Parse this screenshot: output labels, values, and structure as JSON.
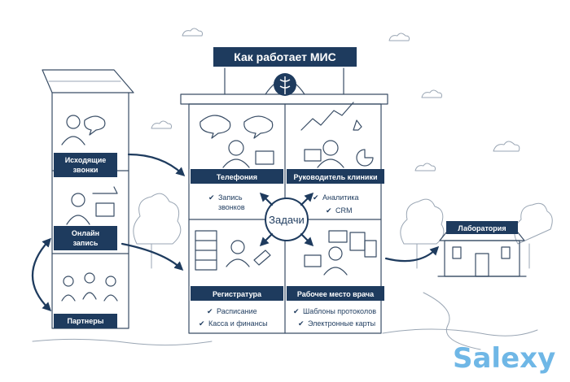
{
  "title": "Как работает МИС",
  "center_label": "Задачи",
  "left_panel": {
    "outgoing_calls": [
      "Исходящие",
      "звонки"
    ],
    "online_booking": [
      "Онлайн",
      "запись"
    ],
    "partners": "Партнеры"
  },
  "rooms": {
    "telephony": {
      "label": "Телефония",
      "items": [
        "Запись",
        "звонков"
      ]
    },
    "clinic_head": {
      "label": "Руководитель клиники",
      "items": [
        "Аналитика",
        "CRM"
      ]
    },
    "registry": {
      "label": "Регистратура",
      "items": [
        "Расписание",
        "Касса и финансы"
      ]
    },
    "doctor": {
      "label": "Рабочее место врача",
      "items": [
        "Шаблоны протоколов",
        "Электронные карты"
      ]
    }
  },
  "laboratory": "Лаборатория",
  "watermark": "Salexy",
  "colors": {
    "navy": "#1e3b5e",
    "watermark": "#6fb7e6"
  }
}
